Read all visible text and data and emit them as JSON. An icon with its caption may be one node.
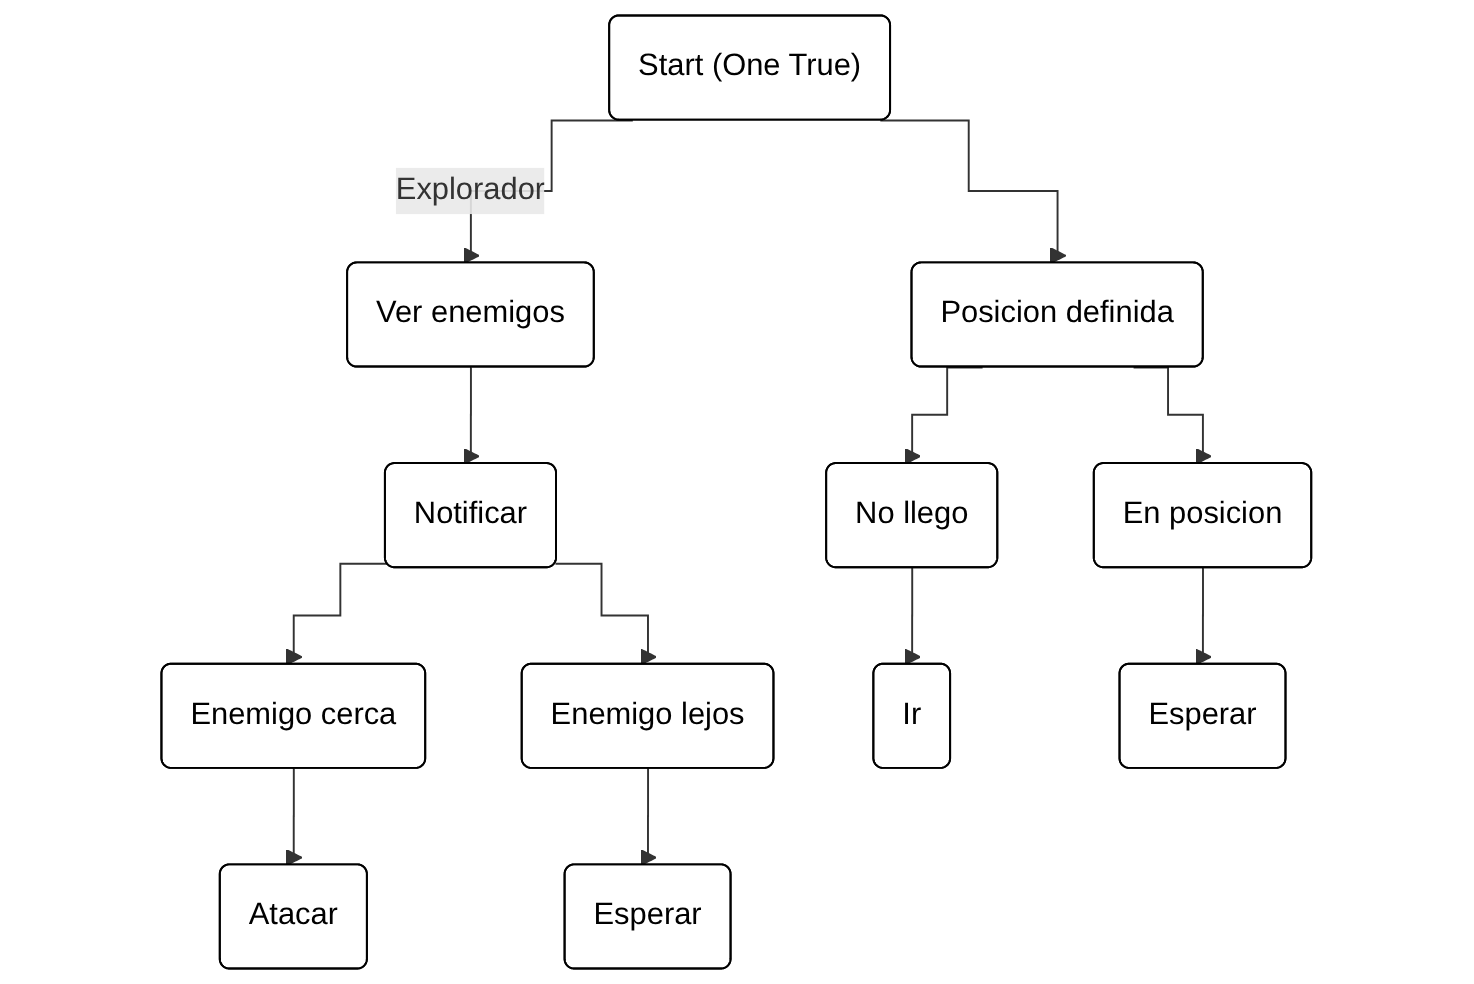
{
  "diagram": {
    "nodes": [
      {
        "text": [
          "Start (One True)"
        ]
      },
      {
        "text": [
          "Ver enemigos"
        ]
      },
      {
        "text": [
          "Posicion definida"
        ]
      },
      {
        "text": [
          "Notificar"
        ]
      },
      {
        "text": [
          "No llego"
        ]
      },
      {
        "text": [
          "En posicion"
        ]
      },
      {
        "text": [
          "Enemigo cerca"
        ]
      },
      {
        "text": [
          "Enemigo lejos"
        ]
      },
      {
        "text": [
          "Ir"
        ]
      },
      {
        "text": [
          "Esperar"
        ]
      },
      {
        "text": [
          "Atacar"
        ]
      },
      {
        "text": [
          "Esperar"
        ]
      }
    ],
    "edges": [
      {
        "from": 0,
        "to": 1,
        "arrow": "to",
        "label": "Explorador"
      },
      {
        "from": 0,
        "to": 2,
        "arrow": "to"
      },
      {
        "from": 1,
        "to": 3,
        "arrow": "to"
      },
      {
        "from": 2,
        "to": 4,
        "arrow": "to"
      },
      {
        "from": 2,
        "to": 5,
        "arrow": "to"
      },
      {
        "from": 3,
        "to": 6,
        "arrow": "to"
      },
      {
        "from": 3,
        "to": 7,
        "arrow": "to"
      },
      {
        "from": 4,
        "to": 8,
        "arrow": "to"
      },
      {
        "from": 5,
        "to": 9,
        "arrow": "to"
      },
      {
        "from": 6,
        "to": 10,
        "arrow": "to"
      },
      {
        "from": 7,
        "to": 11,
        "arrow": "to"
      }
    ]
  }
}
